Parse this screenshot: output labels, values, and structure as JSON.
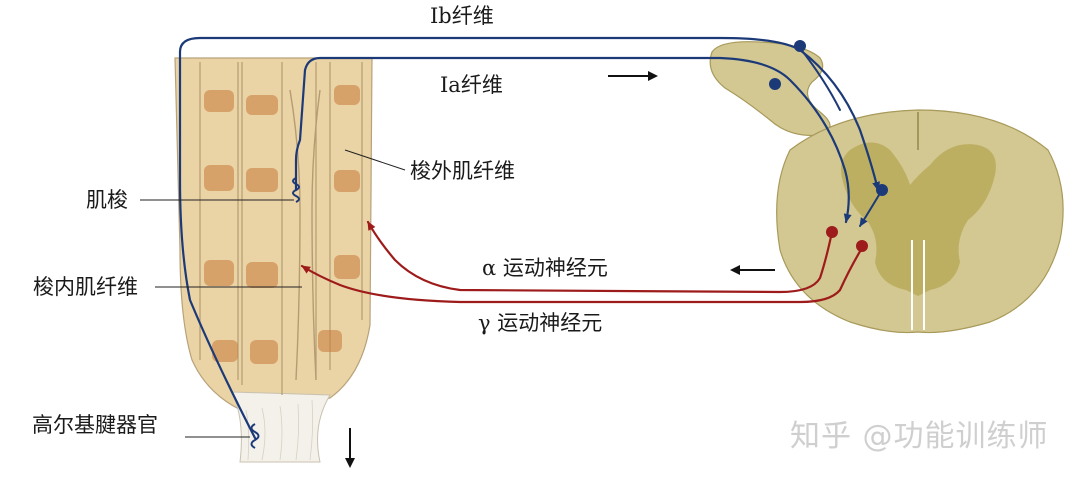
{
  "labels": {
    "ib_fiber": "Ⅰb纤维",
    "ia_fiber": "Ⅰa纤维",
    "extrafusal_fiber": "梭外肌纤维",
    "muscle_spindle": "肌梭",
    "intrafusal_fiber": "梭内肌纤维",
    "golgi_tendon_organ": "高尔基腱器官",
    "alpha_motor_neuron": "α 运动神经元",
    "gamma_motor_neuron": "γ 运动神经元"
  },
  "watermark": "知乎 @功能训练师",
  "colors": {
    "afferent": "#1c3a78",
    "efferent": "#9e1b1b",
    "muscle": "#ead3a5",
    "striation": "#c97a3a",
    "spinal_cord": "#d3c792",
    "grey_matter": "#b6a750"
  }
}
